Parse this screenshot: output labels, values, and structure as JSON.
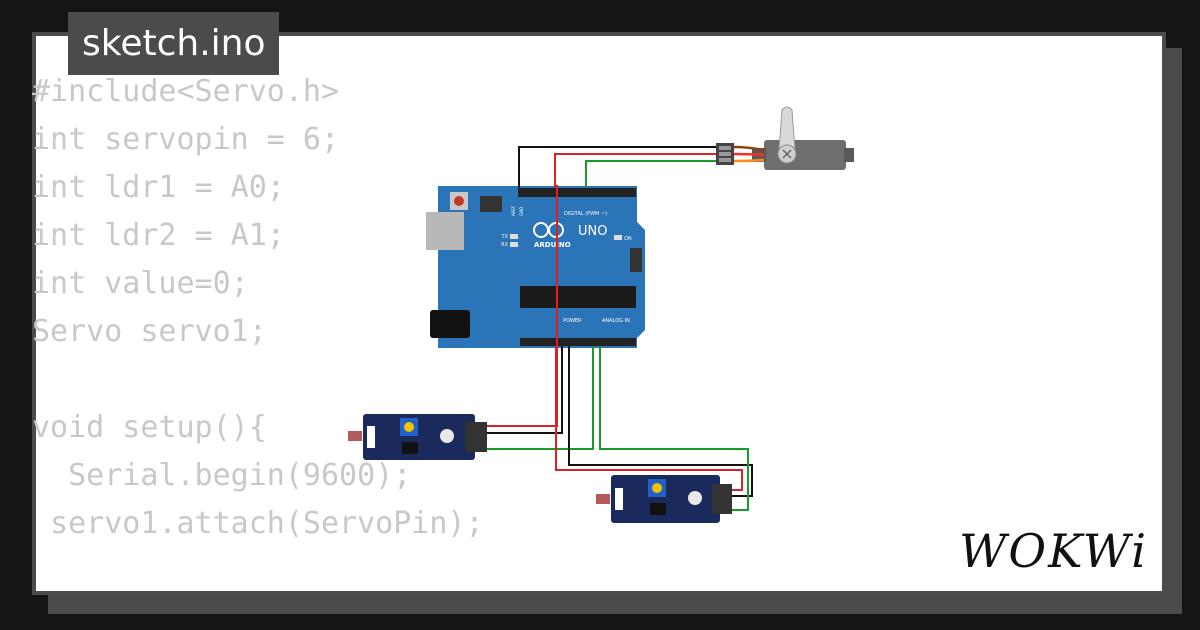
{
  "title": "sketch.ino",
  "code_lines": [
    "#include<Servo.h>",
    "int servopin = 6;",
    "int ldr1 = A0;",
    "int ldr2 = A1;",
    "int value=0;",
    "Servo servo1;",
    "",
    "void setup(){",
    "  Serial.begin(9600);",
    " servo1.attach(ServoPin);"
  ],
  "board": {
    "brand": "ARDUINO",
    "model": "UNO",
    "digital_label": "DIGITAL (PWM ~)",
    "power_label": "POWER",
    "analog_label": "ANALOG IN",
    "on_label": "ON",
    "tx_label": "TX",
    "rx_label": "RX",
    "aref_label": "AREF",
    "gnd_label": "GND"
  },
  "logo": "WOKWi",
  "colors": {
    "board": "#2a74b7",
    "wire_black": "#111111",
    "wire_red": "#e02020",
    "wire_green": "#1a9c2a",
    "sensor": "#1a2a5c",
    "servo": "#6e6e6e"
  }
}
